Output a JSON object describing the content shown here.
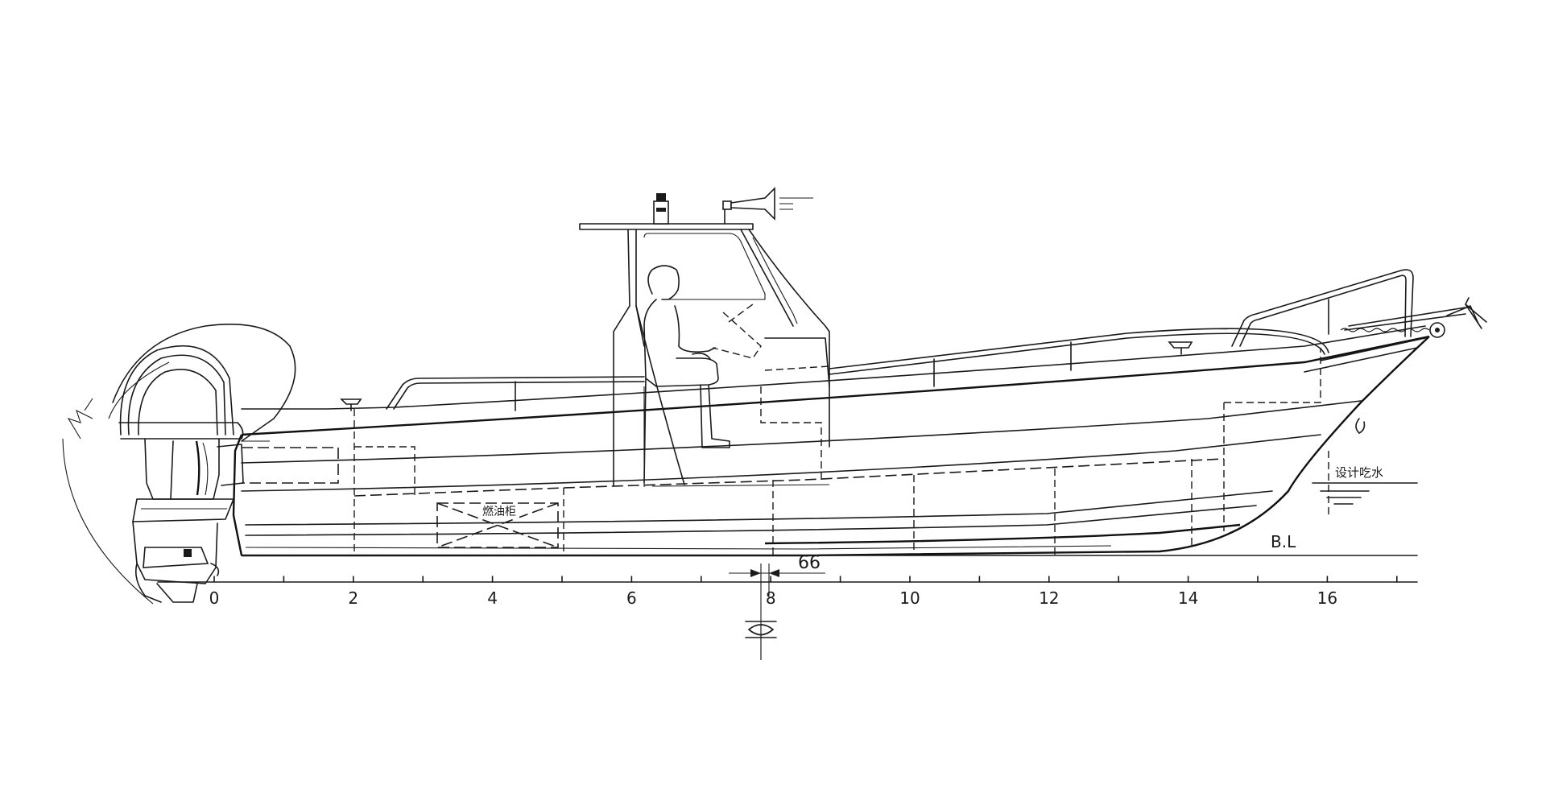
{
  "drawing": {
    "fuel_tank_label": "燃油柜",
    "design_draft_label": "设计吃水",
    "baseline_label": "B.L",
    "dimension_value": "66"
  },
  "scale": {
    "ticks": [
      "0",
      "2",
      "4",
      "6",
      "8",
      "10",
      "12",
      "14",
      "16"
    ]
  },
  "icons": {
    "midship": "midship-symbol-icon",
    "waterline": "waterline-symbol-icon",
    "horn": "horn-icon",
    "light": "masthead-light-icon",
    "anchor": "anchor-icon",
    "engine": "outboard-engine-icon",
    "person": "helmsman-icon"
  }
}
